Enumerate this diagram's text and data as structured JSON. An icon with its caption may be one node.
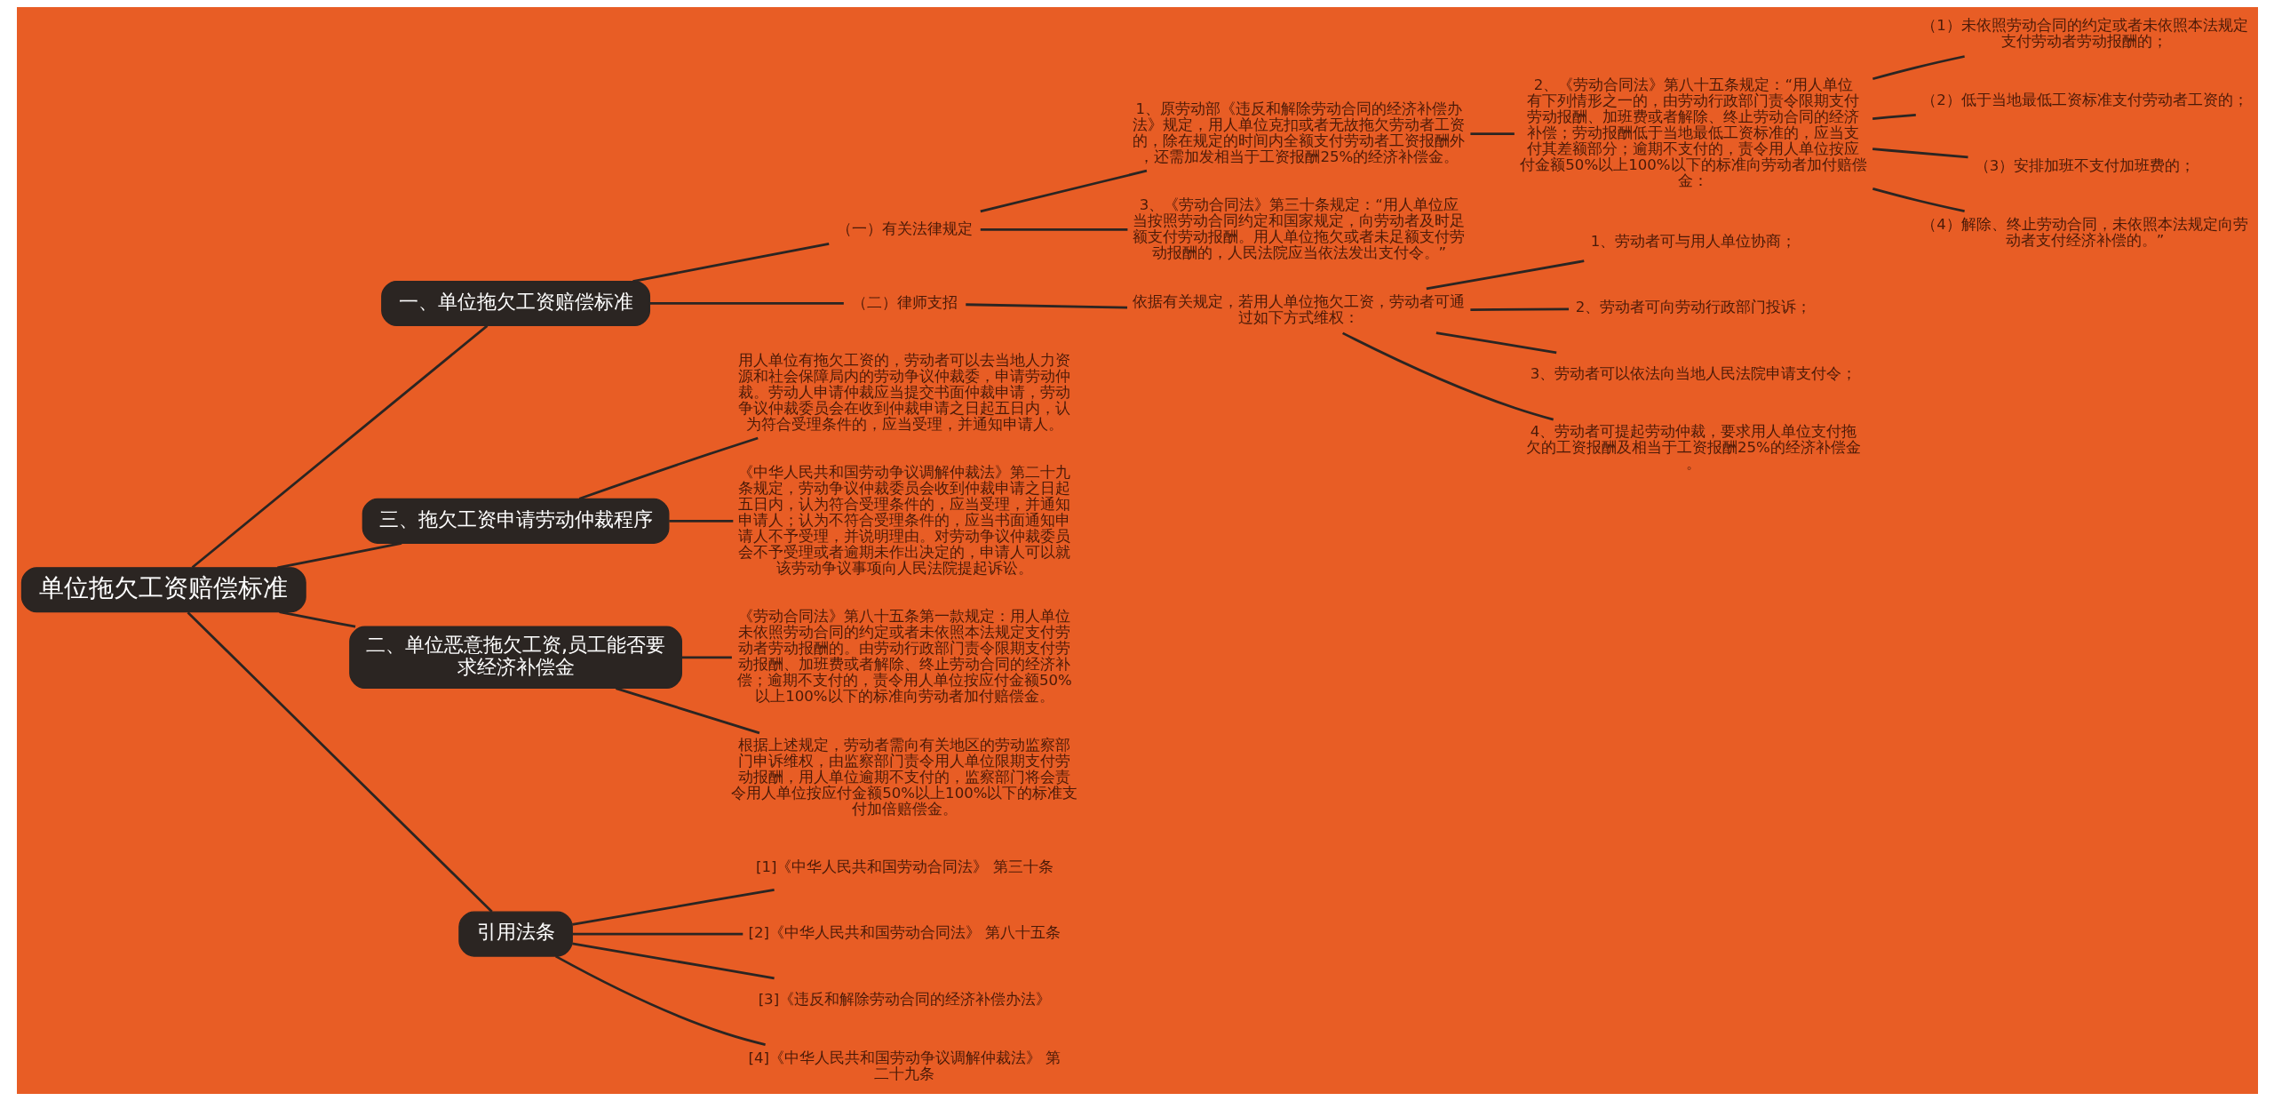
{
  "diagram": {
    "nodes": [
      {
        "text": [
          "单位拖欠工资赔偿标准"
        ]
      },
      {
        "text": [
          "一、单位拖欠工资赔偿标准"
        ]
      },
      {
        "text": [
          "（一）有关法律规定"
        ]
      },
      {
        "text": [
          "1、原劳动部《违反和解除劳动合同的经济补偿办法》规定，用人单位克扣或者无故拖欠劳动者工资的，除在规定的时间内全额支付劳动者工资报酬外，还需加发相当于工资报酬25%的经济补偿金。"
        ]
      },
      {
        "text": [
          "2、《劳动合同法》第八十五条规定：“用人单位有下列情形之一的，由劳动行政部门责令限期支付劳动报酬、加班费或者解除、终止劳动合同的经济补偿；劳动报酬低于当地最低工资标准的，应当支付其差额部分；逾期不支付的，责令用人单位按应付金额50%以上100%以下的标准向劳动者加付赔偿金："
        ]
      },
      {
        "text": [
          "（1）未依照劳动合同的约定或者未依照本法规定支付劳动者劳动报酬的；"
        ]
      },
      {
        "text": [
          "（2）低于当地最低工资标准支付劳动者工资的；"
        ]
      },
      {
        "text": [
          "（3）安排加班不支付加班费的；"
        ]
      },
      {
        "text": [
          "（4）解除、终止劳动合同，未依照本法规定向劳动者支付经济补偿的。”"
        ]
      },
      {
        "text": [
          "3、《劳动合同法》第三十条规定：“用人单位应当按照劳动合同约定和国家规定，向劳动者及时足额支付劳动报酬。用人单位拖欠或者未足额支付劳动报酬的，人民法院应当依法发出支付令。”"
        ]
      },
      {
        "text": [
          "（二）律师支招"
        ]
      },
      {
        "text": [
          "依据有关规定，若用人单位拖欠工资，劳动者可通过如下方式维权："
        ]
      },
      {
        "text": [
          "1、劳动者可与用人单位协商；"
        ]
      },
      {
        "text": [
          "2、劳动者可向劳动行政部门投诉；"
        ]
      },
      {
        "text": [
          "3、劳动者可以依法向当地人民法院申请支付令；"
        ]
      },
      {
        "text": [
          "4、劳动者可提起劳动仲裁，要求用人单位支付拖欠的工资报酬及相当于工资报酬25%的经济补偿金。"
        ]
      },
      {
        "text": [
          "三、拖欠工资申请劳动仲裁程序"
        ]
      },
      {
        "text": [
          "用人单位有拖欠工资的，劳动者可以去当地人力资源和社会保障局内的劳动争议仲裁委，申请劳动仲裁。劳动人申请仲裁应当提交书面仲裁申请，劳动争议仲裁委员会在收到仲裁申请之日起五日内，认为符合受理条件的，应当受理，并通知申请人。"
        ]
      },
      {
        "text": [
          "《中华人民共和国劳动争议调解仲裁法》第二十九条规定，劳动争议仲裁委员会收到仲裁申请之日起五日内，认为符合受理条件的，应当受理，并通知申请人；认为不符合受理条件的，应当书面通知申请人不予受理，并说明理由。对劳动争议仲裁委员会不予受理或者逾期未作出决定的，申请人可以就该劳动争议事项向人民法院提起诉讼。"
        ]
      },
      {
        "text": [
          "二、单位恶意拖欠工资,员工能否要求经济补偿金"
        ]
      },
      {
        "text": [
          "《劳动合同法》第八十五条第一款规定：用人单位未依照劳动合同的约定或者未依照本法规定支付劳动者劳动报酬的。由劳动行政部门责令限期支付劳动报酬、加班费或者解除、终止劳动合同的经济补偿；逾期不支付的，责令用人单位按应付金额50%以上100%以下的标准向劳动者加付赔偿金。"
        ]
      },
      {
        "text": [
          "根据上述规定，劳动者需向有关地区的劳动监察部门申诉维权，由监察部门责令用人单位限期支付劳动报酬，用人单位逾期不支付的，监察部门将会责令用人单位按应付金额50%以上100%以下的标准支付加倍赔偿金。"
        ]
      },
      {
        "text": [
          "引用法条"
        ]
      },
      {
        "text": [
          "[1]《中华人民共和国劳动合同法》 第三十条"
        ]
      },
      {
        "text": [
          "[2]《中华人民共和国劳动合同法》 第八十五条"
        ]
      },
      {
        "text": [
          "[3]《违反和解除劳动合同的经济补偿办法》"
        ]
      },
      {
        "text": [
          "[4]《中华人民共和国劳动争议调解仲裁法》 第二十九条"
        ]
      }
    ],
    "edges": [
      {
        "from": 0,
        "to": 1,
        "arrow": "none"
      },
      {
        "from": 1,
        "to": 2,
        "arrow": "none"
      },
      {
        "from": 2,
        "to": 3,
        "arrow": "none"
      },
      {
        "from": 3,
        "to": 4,
        "arrow": "none"
      },
      {
        "from": 4,
        "to": 5,
        "arrow": "none"
      },
      {
        "from": 4,
        "to": 6,
        "arrow": "none"
      },
      {
        "from": 4,
        "to": 7,
        "arrow": "none"
      },
      {
        "from": 4,
        "to": 8,
        "arrow": "none"
      },
      {
        "from": 2,
        "to": 9,
        "arrow": "none"
      },
      {
        "from": 1,
        "to": 10,
        "arrow": "none"
      },
      {
        "from": 10,
        "to": 11,
        "arrow": "none"
      },
      {
        "from": 11,
        "to": 12,
        "arrow": "none"
      },
      {
        "from": 11,
        "to": 13,
        "arrow": "none"
      },
      {
        "from": 11,
        "to": 14,
        "arrow": "none"
      },
      {
        "from": 11,
        "to": 15,
        "arrow": "none"
      },
      {
        "from": 0,
        "to": 16,
        "arrow": "none"
      },
      {
        "from": 16,
        "to": 17,
        "arrow": "none"
      },
      {
        "from": 16,
        "to": 18,
        "arrow": "none"
      },
      {
        "from": 0,
        "to": 19,
        "arrow": "none"
      },
      {
        "from": 19,
        "to": 20,
        "arrow": "none"
      },
      {
        "from": 19,
        "to": 21,
        "arrow": "none"
      },
      {
        "from": 0,
        "to": 22,
        "arrow": "none"
      },
      {
        "from": 22,
        "to": 23,
        "arrow": "none"
      },
      {
        "from": 22,
        "to": 24,
        "arrow": "none"
      },
      {
        "from": 22,
        "to": 25,
        "arrow": "none"
      },
      {
        "from": 22,
        "to": 26,
        "arrow": "none"
      }
    ]
  }
}
